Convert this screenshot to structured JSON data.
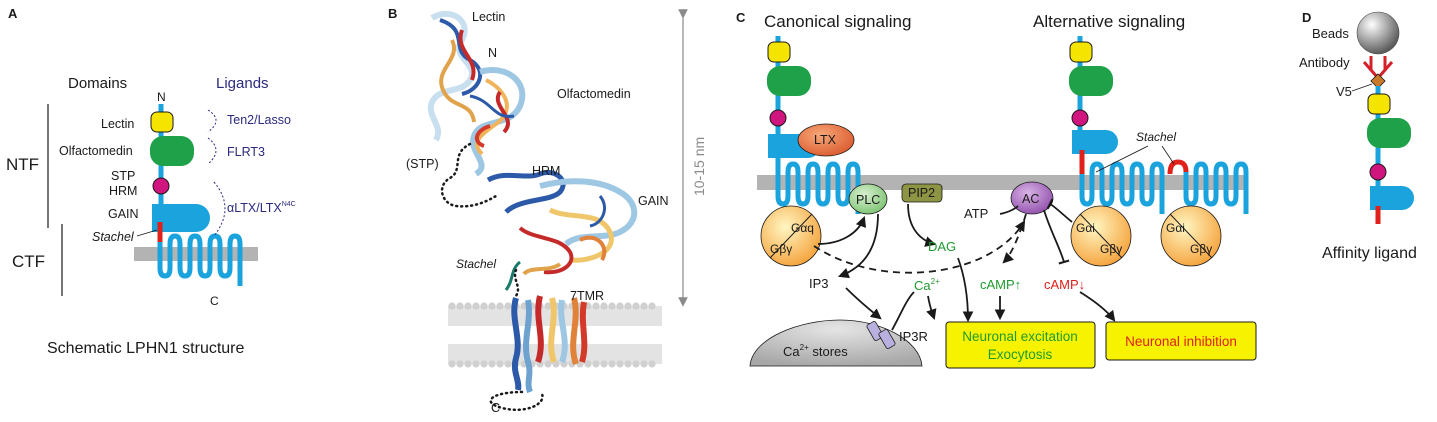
{
  "panels": {
    "a": {
      "letter": "A",
      "domains_header": "Domains",
      "ligands_header": "Ligands",
      "n_term": "N",
      "c_term": "C",
      "ntf": "NTF",
      "ctf": "CTF",
      "domain_labels": [
        "Lectin",
        "Olfactomedin",
        "STP",
        "HRM",
        "GAIN",
        "Stachel"
      ],
      "ligand_labels": [
        "Ten2/Lasso",
        "FLRT3"
      ],
      "ligand_ltx": "αLTX/LTX",
      "ligand_ltx_sup": "N4C",
      "caption": "Schematic LPHN1 structure"
    },
    "b": {
      "letter": "B",
      "lectin": "Lectin",
      "n_term": "N",
      "olfactomedin": "Olfactomedin",
      "stp": "(STP)",
      "hrm": "HRM",
      "gain": "GAIN",
      "stachel": "Stachel",
      "tmr": "7TMR",
      "c_term": "C",
      "scale": "10-15 nm"
    },
    "c": {
      "letter": "C",
      "canonical": "Canonical signaling",
      "alternative": "Alternative signaling",
      "ltx": "LTX",
      "stachel": "Stachel",
      "plc": "PLC",
      "pip2": "PIP2",
      "ac": "AC",
      "atp": "ATP",
      "g_alpha_q": "Gαq",
      "g_beta_gamma": "Gβγ",
      "g_alpha_i": "Gαi",
      "dag": "DAG",
      "ip3": "IP3",
      "ca": "Ca",
      "ca_sup": "2+",
      "camp_up": "cAMP↑",
      "camp_down": "cAMP↓",
      "ip3r": "IP3R",
      "stores_pre": "Ca",
      "stores_sup": "2+",
      "stores_post": " stores",
      "excitation_line1": "Neuronal excitation",
      "excitation_line2": "Exocytosis",
      "inhibition": "Neuronal inhibition"
    },
    "d": {
      "letter": "D",
      "beads": "Beads",
      "antibody": "Antibody",
      "v5": "V5",
      "caption": "Affinity ligand"
    }
  },
  "colors": {
    "lectin": "#f5e400",
    "olfactomedin": "#1fa14a",
    "stp": "#d0157f",
    "gain": "#1aa3dc",
    "stachel": "#e0201b",
    "membrane": "#b3b3b3",
    "ligand_text": "#2b2a7e",
    "green_text": "#1f9a2e",
    "red_text": "#e0201b",
    "ltx": "#e8703a",
    "plc": "#9fd49a",
    "pip2": "#8d9443",
    "ac": "#9b5bb0",
    "yellow_box": "#f7f300"
  }
}
